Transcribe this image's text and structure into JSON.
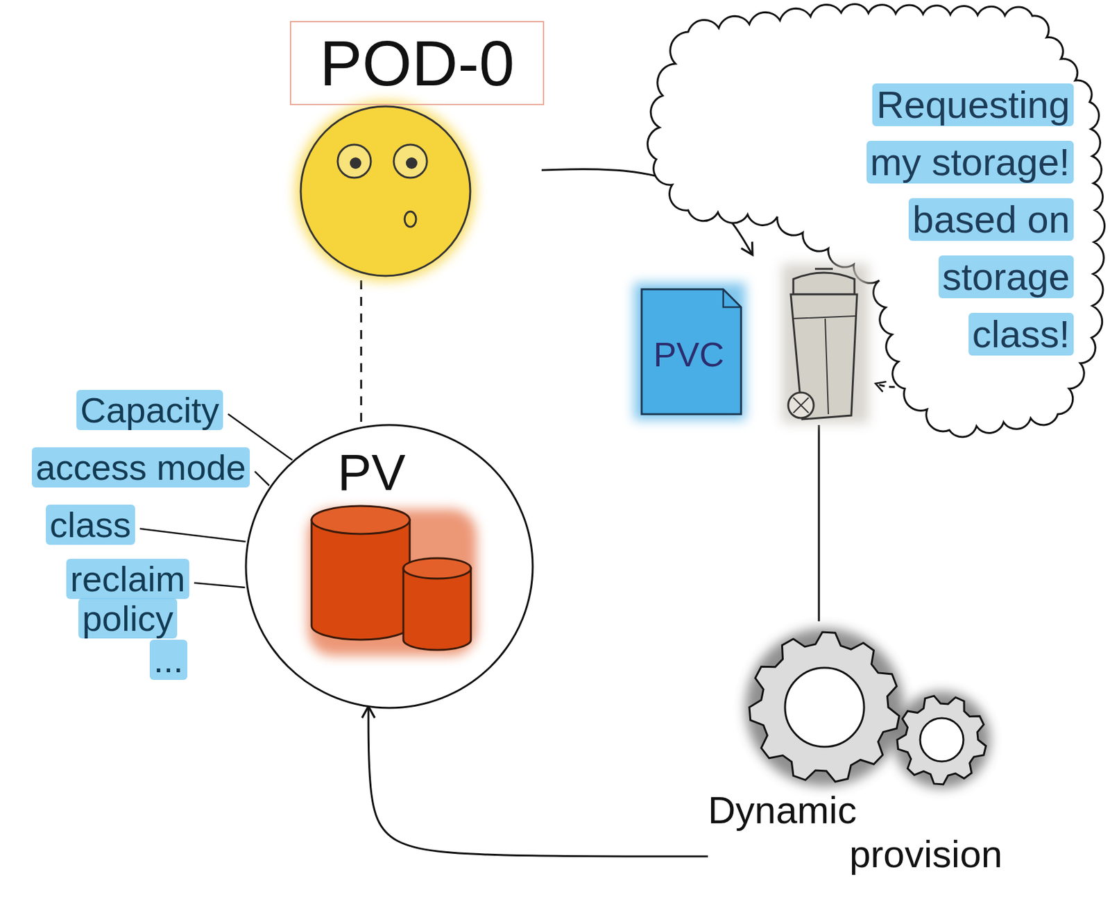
{
  "diagram": {
    "nodes": [
      {
        "text": [
          "POD-0"
        ]
      },
      {
        "text": [
          "Requesting my storage! based on storage class!"
        ]
      },
      {
        "text": [
          "PVC"
        ]
      },
      {
        "text": [
          "PV"
        ]
      },
      {
        "text": [
          "Dynamic provision"
        ]
      }
    ],
    "edges": [
      {
        "from": 0,
        "to": 2,
        "arrow": "to"
      },
      {
        "from": 0,
        "to": 3,
        "arrow": "none"
      },
      {
        "from": 2,
        "to": 4,
        "arrow": "none"
      },
      {
        "from": 4,
        "to": 3,
        "arrow": "to"
      }
    ],
    "labels": [
      "Capacity",
      "access mode",
      "class",
      "reclaim policy",
      "..."
    ]
  }
}
